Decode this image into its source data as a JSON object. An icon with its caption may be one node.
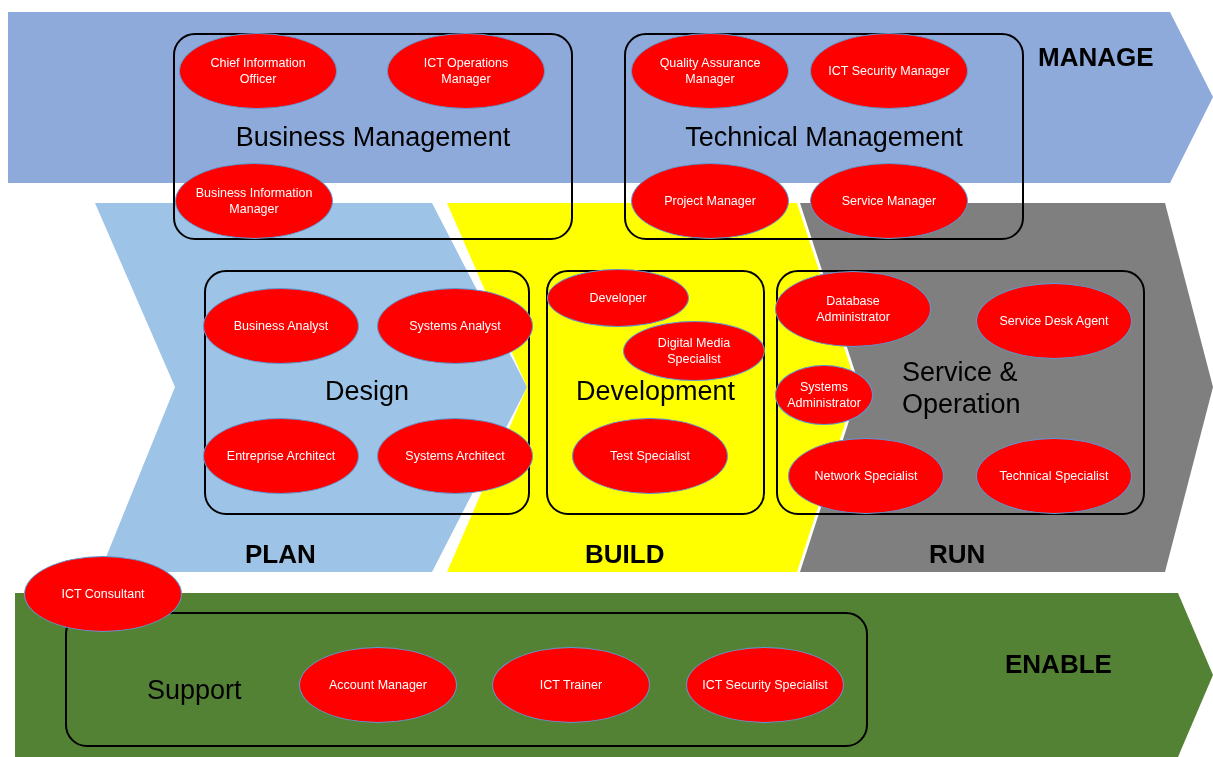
{
  "diagram": {
    "nodes": [
      {
        "text": [
          "MANAGE"
        ]
      },
      {
        "text": [
          "Business Management"
        ]
      },
      {
        "text": [
          "Chief Information Officer"
        ]
      },
      {
        "text": [
          "ICT Operations Manager"
        ]
      },
      {
        "text": [
          "Business Information Manager"
        ],
        "in": 1
      },
      {
        "text": [
          "Technical Management"
        ]
      },
      {
        "text": [
          "Quality Assurance Manager"
        ]
      },
      {
        "text": [
          "ICT Security Manager"
        ]
      },
      {
        "text": [
          "Project Manager"
        ],
        "in": 5
      },
      {
        "text": [
          "Service Manager"
        ],
        "in": 5
      },
      {
        "text": [
          "PLAN"
        ]
      },
      {
        "text": [
          "Design"
        ],
        "in": 10
      },
      {
        "text": [
          "Business Analyst"
        ],
        "in": 11
      },
      {
        "text": [
          "Systems Analyst"
        ],
        "in": 11
      },
      {
        "text": [
          "Entreprise Architect"
        ],
        "in": 11
      },
      {
        "text": [
          "Systems Architect"
        ],
        "in": 11
      },
      {
        "text": [
          "BUILD"
        ]
      },
      {
        "text": [
          "Development"
        ],
        "in": 16
      },
      {
        "text": [
          "Developer"
        ],
        "in": 17
      },
      {
        "text": [
          "Digital Media Specialist"
        ],
        "in": 17
      },
      {
        "text": [
          "Test Specialist"
        ],
        "in": 17
      },
      {
        "text": [
          "RUN"
        ]
      },
      {
        "text": [
          "Service & Operation"
        ]
      },
      {
        "text": [
          "Database Administrator"
        ],
        "in": 22
      },
      {
        "text": [
          "Service Desk Agent"
        ],
        "in": 22
      },
      {
        "text": [
          "Systems Administrator"
        ],
        "in": 22
      },
      {
        "text": [
          "Network Specialist"
        ],
        "in": 22
      },
      {
        "text": [
          "Technical Specialist"
        ],
        "in": 22
      },
      {
        "text": [
          "ENABLE"
        ]
      },
      {
        "text": [
          "ICT Consultant"
        ]
      },
      {
        "text": [
          "Support"
        ],
        "in": 28
      },
      {
        "text": [
          "Account Manager"
        ],
        "in": 30
      },
      {
        "text": [
          "ICT Trainer"
        ],
        "in": 30
      },
      {
        "text": [
          "ICT Security Specialist"
        ],
        "in": 30
      }
    ]
  }
}
